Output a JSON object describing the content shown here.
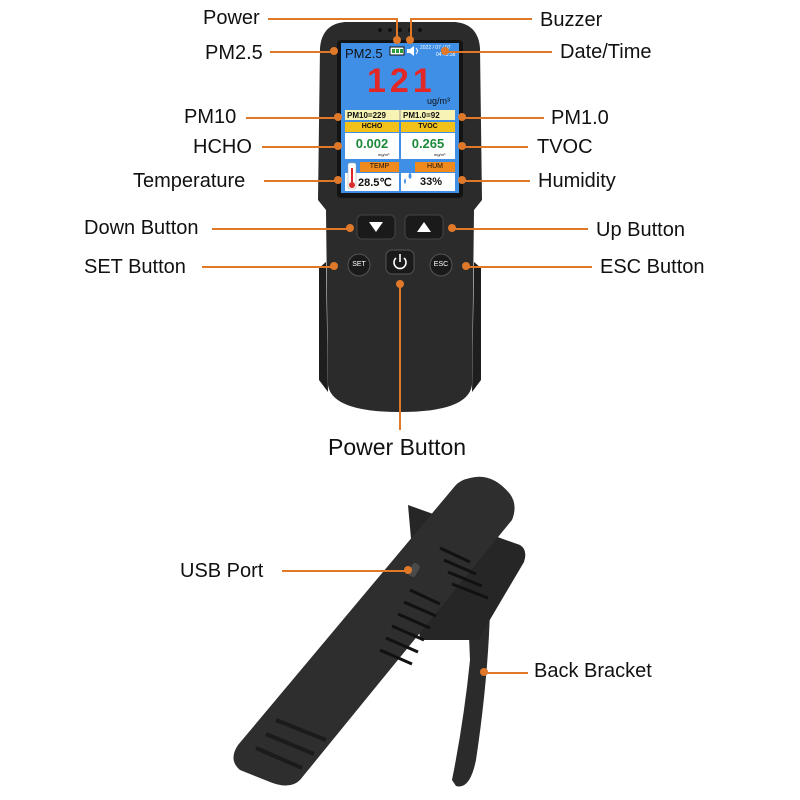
{
  "labels": {
    "power": "Power",
    "buzzer": "Buzzer",
    "pm25": "PM2.5",
    "datetime": "Date/Time",
    "pm10": "PM10",
    "pm10_right": "PM1.0",
    "hcho": "HCHO",
    "tvoc": "TVOC",
    "temperature": "Temperature",
    "humidity": "Humidity",
    "down_button": "Down Button",
    "up_button": "Up Button",
    "set_button": "SET Button",
    "esc_button": "ESC Button",
    "power_button": "Power Button",
    "usb_port": "USB Port",
    "back_bracket": "Back Bracket"
  },
  "screen": {
    "pm25_title": "PM2.5",
    "date": "2022 / 07 / 07",
    "time": "04:45:38",
    "pm25_value": "121",
    "pm25_unit": "ug/m³",
    "pm10_reading": "PM10=229",
    "pm1_reading": "PM1.0=92",
    "hcho_header": "HCHO",
    "tvoc_header": "TVOC",
    "hcho_value": "0.002",
    "tvoc_value": "0.265",
    "hcho_unit": "mg/m³",
    "tvoc_unit": "mg/m³",
    "temp_header": "TEMP",
    "hum_header": "HUM",
    "temp_value": "28.5℃",
    "hum_value": "33%"
  },
  "buttons": {
    "set": "SET",
    "esc": "ESC"
  },
  "colors": {
    "accent": "#e0782a",
    "device": "#2b2b2b",
    "screen_bg": "#3f8fe6",
    "value_red": "#e32626",
    "value_green": "#1d8a3a",
    "header_yellow": "#f2c21b",
    "header_orange": "#f08a1c"
  },
  "icons": [
    "battery-icon",
    "speaker-icon",
    "thermometer-icon",
    "water-drops-icon",
    "down-arrow-icon",
    "up-arrow-icon",
    "power-icon"
  ]
}
